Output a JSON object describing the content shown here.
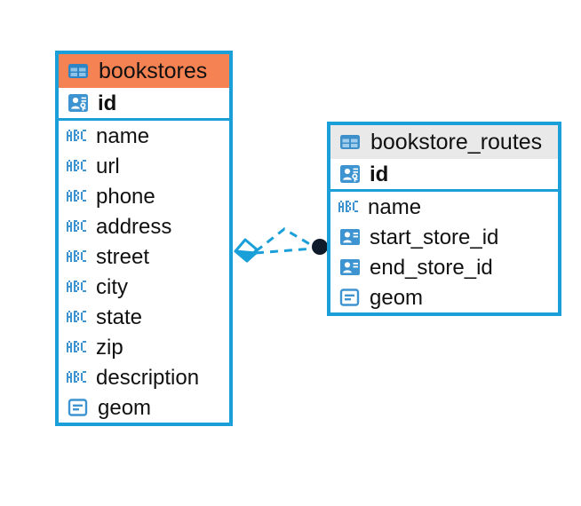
{
  "diagram": {
    "type": "entity-relationship-diagram",
    "colors": {
      "border": "#1a9fd9",
      "header_accent": "#f58252",
      "header_neutral": "#e9e9e9",
      "icon_blue": "#3d94d1",
      "icon_blue_dark": "#1a9fd9",
      "connector": "#1a9fd9",
      "connector_endpoint": "#0d1b2a",
      "text": "#111111",
      "background": "#ffffff"
    },
    "tables": [
      {
        "id": "bookstores",
        "name": "bookstores",
        "header_style": "accent",
        "icon": "table-icon",
        "primary_keys": [
          {
            "name": "id",
            "icon": "primary-key-icon",
            "bold": true
          }
        ],
        "fields": [
          {
            "name": "name",
            "icon": "abc-icon"
          },
          {
            "name": "url",
            "icon": "abc-icon"
          },
          {
            "name": "phone",
            "icon": "abc-icon"
          },
          {
            "name": "address",
            "icon": "abc-icon"
          },
          {
            "name": "street",
            "icon": "abc-icon"
          },
          {
            "name": "city",
            "icon": "abc-icon"
          },
          {
            "name": "state",
            "icon": "abc-icon"
          },
          {
            "name": "zip",
            "icon": "abc-icon"
          },
          {
            "name": "description",
            "icon": "abc-icon"
          },
          {
            "name": "geom",
            "icon": "geometry-icon"
          }
        ]
      },
      {
        "id": "bookstore_routes",
        "name": "bookstore_routes",
        "header_style": "neutral",
        "icon": "table-icon",
        "primary_keys": [
          {
            "name": "id",
            "icon": "primary-key-icon",
            "bold": true
          }
        ],
        "fields": [
          {
            "name": "name",
            "icon": "abc-icon"
          },
          {
            "name": "start_store_id",
            "icon": "foreign-key-icon"
          },
          {
            "name": "end_store_id",
            "icon": "foreign-key-icon"
          },
          {
            "name": "geom",
            "icon": "geometry-icon"
          }
        ]
      }
    ],
    "relationships": [
      {
        "from_table": "bookstores",
        "to_table": "bookstore_routes",
        "to_field": "start_store_id",
        "style": "dashed",
        "source_marker": "diamond",
        "target_marker": "filled-circle"
      },
      {
        "from_table": "bookstores",
        "to_table": "bookstore_routes",
        "to_field": "end_store_id",
        "style": "dashed",
        "source_marker": "diamond",
        "target_marker": "filled-circle"
      }
    ]
  }
}
